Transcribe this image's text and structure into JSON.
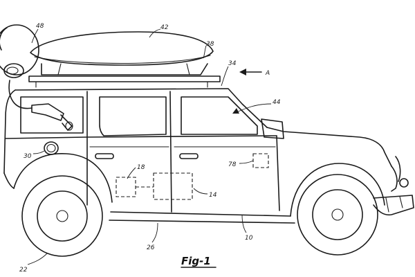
{
  "figure_label": "Fig-1",
  "reference_numerals": {
    "vehicle": "10",
    "charge_port": "30",
    "charger_unit": "14",
    "controller": "18",
    "ground": "22",
    "lower_body": "26",
    "roof": "34",
    "roof_rails": "38",
    "roof_box": "42",
    "window": "44",
    "cable_reel": "48",
    "sensor_module": "78",
    "view_arrow": "A"
  }
}
